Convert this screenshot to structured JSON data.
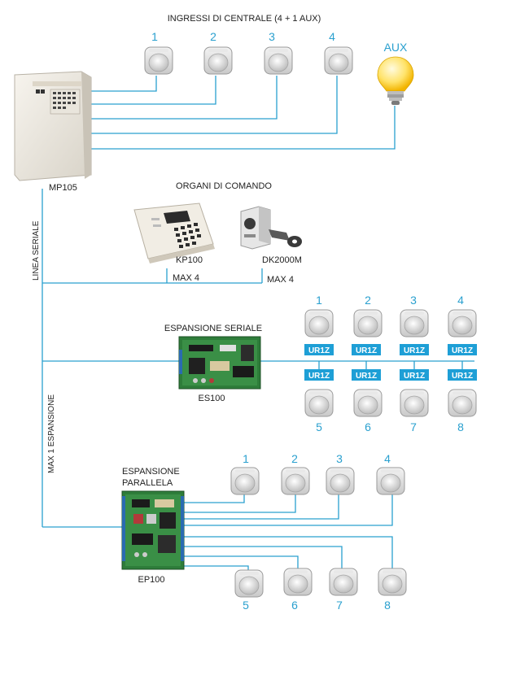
{
  "titles": {
    "inputs": "INGRESSI DI CENTRALE (4 + 1 AUX)",
    "command": "ORGANI DI COMANDO",
    "serial_exp": "ESPANSIONE SERIALE",
    "parallel_exp_line1": "ESPANSIONE",
    "parallel_exp_line2": "PARALLELA"
  },
  "devices": {
    "panel": "MP105",
    "keypad": "KP100",
    "key_reader": "DK2000M",
    "serial_board": "ES100",
    "parallel_board": "EP100",
    "aux": "AUX"
  },
  "labels": {
    "max_keypad": "MAX 4",
    "max_reader": "MAX 4",
    "serial_line": "LINEA SERIALE",
    "max_expansion": "MAX 1 ESPANSIONE"
  },
  "inputs_numbers": [
    "1",
    "2",
    "3",
    "4"
  ],
  "serial_top_numbers": [
    "1",
    "2",
    "3",
    "4"
  ],
  "serial_bottom_numbers": [
    "5",
    "6",
    "7",
    "8"
  ],
  "badge": "UR1Z",
  "parallel_top_numbers": [
    "1",
    "2",
    "3",
    "4"
  ],
  "parallel_bottom_numbers": [
    "5",
    "6",
    "7",
    "8"
  ],
  "colors": {
    "wire": "#2aa0cf",
    "badge": "#1e9fd6",
    "number": "#2aa0cf"
  }
}
